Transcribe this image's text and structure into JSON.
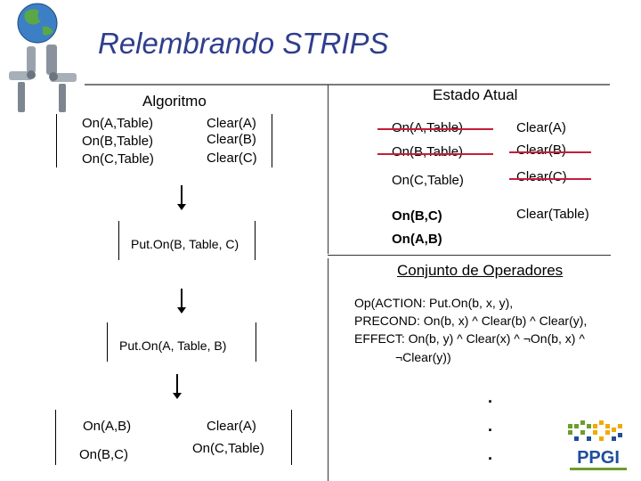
{
  "title": "Relembrando STRIPS",
  "algorithm": {
    "header": "Algoritmo",
    "initial_left": [
      "On(A,Table)",
      "On(B,Table)",
      "On(C,Table)"
    ],
    "initial_right": [
      "Clear(A)",
      "Clear(B)",
      "Clear(C)"
    ],
    "step1": "Put.On(B, Table, C)",
    "step2": "Put.On(A, Table, B)",
    "final_left": [
      "On(A,B)",
      "On(B,C)"
    ],
    "final_right": [
      "Clear(A)",
      "On(C,Table)"
    ]
  },
  "current_state": {
    "header": "Estado Atual",
    "left": [
      "On(A,Table)",
      "On(B,Table)",
      "On(C,Table)",
      "On(B,C)",
      "On(A,B)"
    ],
    "right": [
      "Clear(A)",
      "Clear(B)",
      "Clear(C)",
      "Clear(Table)"
    ]
  },
  "operators": {
    "header": "Conjunto de Operadores",
    "lines": [
      "Op(ACTION: Put.On(b, x, y),",
      "PRECOND: On(b, x) ^ Clear(b) ^ Clear(y),",
      "EFFECT: On(b, y) ^ Clear(x) ^ ¬On(b, x) ^",
      "¬Clear(y))"
    ],
    "ellipsis": [
      ".",
      ".",
      "."
    ]
  },
  "logo": {
    "text": "PPGI",
    "colors": [
      "#6b9e2a",
      "#f2a900",
      "#1f4e9a"
    ]
  },
  "icons": {
    "corner": "robot-globe-icon"
  }
}
